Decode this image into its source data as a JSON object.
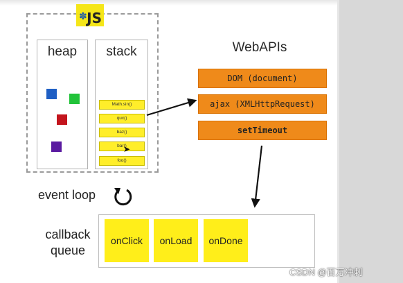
{
  "engine": {
    "logo_text": "JS",
    "heap": {
      "title": "heap",
      "blocks": [
        {
          "name": "heap-block-blue",
          "color": "#1f5fc4"
        },
        {
          "name": "heap-block-green",
          "color": "#22c33a"
        },
        {
          "name": "heap-block-red",
          "color": "#c3151d"
        },
        {
          "name": "heap-block-purple",
          "color": "#5a1aa0"
        }
      ]
    },
    "stack": {
      "title": "stack",
      "frames": [
        "Math.sin()",
        "qux()",
        "baz()",
        "bar()",
        "foo()"
      ]
    }
  },
  "webapis": {
    "title": "WebAPIs",
    "items": [
      "DOM (document)",
      "ajax (XMLHttpRequest)",
      "setTimeout"
    ],
    "color": "#ef8a1a"
  },
  "event_loop": {
    "label": "event loop"
  },
  "callback_queue": {
    "label_line1": "callback",
    "label_line2": "queue",
    "items": [
      "onClick",
      "onLoad",
      "onDone"
    ],
    "color": "#ffee1a"
  },
  "watermark": "CSDN @百万冲刺"
}
